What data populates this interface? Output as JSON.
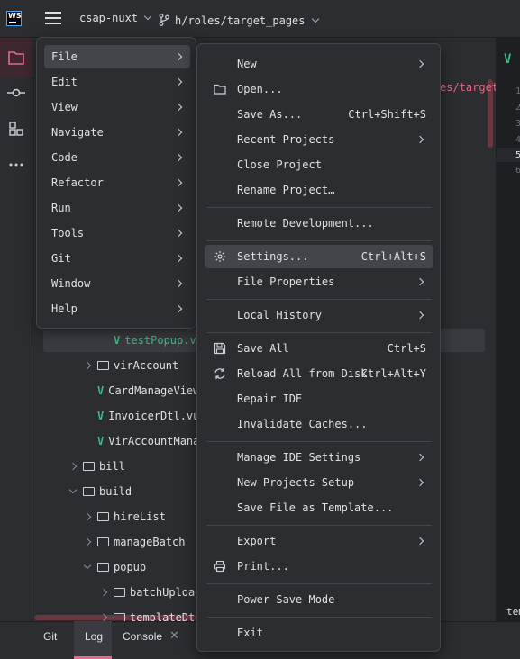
{
  "titlebar": {
    "logo": "WS",
    "project": "csap-nuxt",
    "branch": "h/roles/target_pages"
  },
  "tree": {
    "rows": [
      {
        "label": "testPopup.vue",
        "type": "vue",
        "selected": true
      },
      {
        "label": "virAccount",
        "type": "folder"
      },
      {
        "label": "CardManageView.v",
        "type": "vue"
      },
      {
        "label": "InvoicerDtl.vue",
        "type": "vue"
      },
      {
        "label": "VirAccountManage",
        "type": "vue"
      },
      {
        "label": "bill",
        "type": "folder"
      },
      {
        "label": "build",
        "type": "folder",
        "expanded": true
      },
      {
        "label": "hireList",
        "type": "folder"
      },
      {
        "label": "manageBatch",
        "type": "folder"
      },
      {
        "label": "popup",
        "type": "folder",
        "expanded": true
      },
      {
        "label": "batchUpload",
        "type": "folder"
      },
      {
        "label": "templateDt",
        "type": "folder"
      }
    ]
  },
  "editor": {
    "tab_path_fragment": "es/target_",
    "gutter_numbers": [
      "1",
      "2",
      "3",
      "4",
      "5",
      "6"
    ],
    "bottom_fragment": "tem"
  },
  "main_menu": {
    "items": [
      {
        "label": "File",
        "active": true
      },
      {
        "label": "Edit"
      },
      {
        "label": "View"
      },
      {
        "label": "Navigate"
      },
      {
        "label": "Code"
      },
      {
        "label": "Refactor"
      },
      {
        "label": "Run"
      },
      {
        "label": "Tools"
      },
      {
        "label": "Git"
      },
      {
        "label": "Window"
      },
      {
        "label": "Help"
      }
    ]
  },
  "file_menu": {
    "items": [
      {
        "label": "New",
        "submenu": true
      },
      {
        "label": "Open...",
        "icon": "folder-icon"
      },
      {
        "label": "Save As...",
        "shortcut": "Ctrl+Shift+S"
      },
      {
        "label": "Recent Projects",
        "submenu": true
      },
      {
        "label": "Close Project"
      },
      {
        "label": "Rename Project…"
      },
      {
        "label": "Remote Development..."
      },
      {
        "label": "Settings...",
        "shortcut": "Ctrl+Alt+S",
        "icon": "gear-icon",
        "active": true
      },
      {
        "label": "File Properties",
        "submenu": true
      },
      {
        "label": "Local History",
        "submenu": true
      },
      {
        "label": "Save All",
        "shortcut": "Ctrl+S",
        "icon": "save-icon"
      },
      {
        "label": "Reload All from Disk",
        "shortcut": "Ctrl+Alt+Y",
        "icon": "reload-icon"
      },
      {
        "label": "Repair IDE"
      },
      {
        "label": "Invalidate Caches..."
      },
      {
        "label": "Manage IDE Settings",
        "submenu": true
      },
      {
        "label": "New Projects Setup",
        "submenu": true
      },
      {
        "label": "Save File as Template..."
      },
      {
        "label": "Export",
        "submenu": true
      },
      {
        "label": "Print...",
        "icon": "print-icon"
      },
      {
        "label": "Power Save Mode"
      },
      {
        "label": "Exit"
      }
    ]
  },
  "bottom_tabs": {
    "git": "Git",
    "log": "Log",
    "console": "Console"
  },
  "colors": {
    "accent": "#e06c8a",
    "vue_green": "#41b883",
    "menu_bg": "#2b2d30",
    "highlight": "#43454a"
  }
}
